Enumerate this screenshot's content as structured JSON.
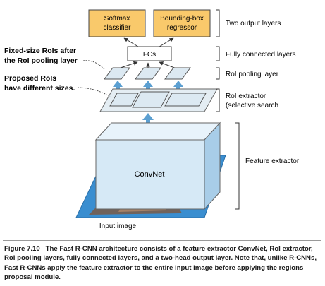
{
  "outputs": {
    "softmax": [
      "Softmax",
      "classifier"
    ],
    "bbox": [
      "Bounding-box",
      "regressor"
    ]
  },
  "fc_label": "FCs",
  "convnet_label": "ConvNet",
  "input_label": "Input image",
  "left_labels": {
    "fixed": [
      "Fixed-size RoIs after",
      "the RoI pooling layer"
    ],
    "proposed": [
      "Proposed RoIs",
      "have different sizes."
    ]
  },
  "right_labels": {
    "outputs": "Two output layers",
    "fc": "Fully connected layers",
    "roi_pool": "RoI pooling layer",
    "roi_extractor": [
      "RoI extractor",
      "(selective search"
    ],
    "feature": "Feature extractor"
  },
  "caption": {
    "number": "Figure 7.10",
    "text": "The Fast R-CNN architecture consists of a feature extractor ConvNet, RoI extractor, RoI pooling layers, fully connected layers, and a two-head output layer. Note that, unlike R-CNNs, Fast R-CNNs apply the feature extractor to the entire input image before applying the regions proposal module."
  },
  "colors": {
    "output_fill": "#f9c96b",
    "arrow_blue": "#5b9fd1",
    "cube_front": "#d6e9f6",
    "cube_top": "#e8f3fb",
    "cube_side": "#a8cde8",
    "image_blue": "#3a8ed0"
  }
}
